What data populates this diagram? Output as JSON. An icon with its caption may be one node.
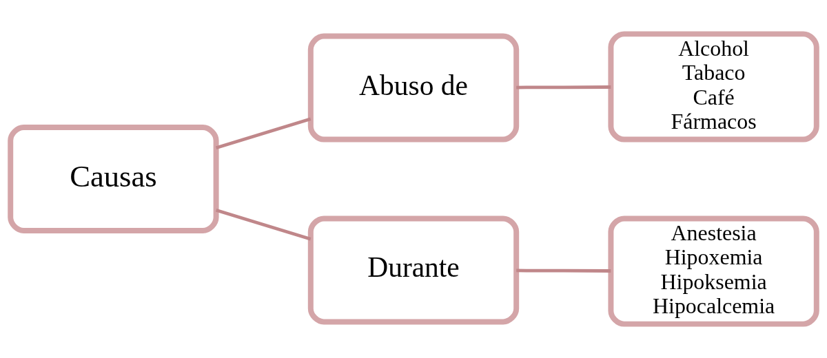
{
  "diagram": {
    "nodes": [
      {
        "text": [
          "Causas"
        ]
      },
      {
        "text": [
          "Abuso de"
        ]
      },
      {
        "text": [
          "Alcohol",
          "Tabaco",
          "Café",
          "Fármacos"
        ]
      },
      {
        "text": [
          "Durante"
        ]
      },
      {
        "text": [
          "Anestesia",
          "Hipoxemia",
          "Hipoksemia",
          "Hipocalcemia"
        ]
      }
    ],
    "edges": [
      {
        "from": 0,
        "to": 1,
        "arrow": "none"
      },
      {
        "from": 1,
        "to": 2,
        "arrow": "none"
      },
      {
        "from": 0,
        "to": 3,
        "arrow": "none"
      },
      {
        "from": 3,
        "to": 4,
        "arrow": "none"
      }
    ]
  }
}
